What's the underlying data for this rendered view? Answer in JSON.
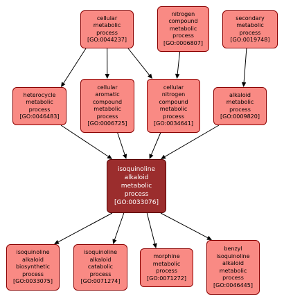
{
  "colors": {
    "node_fill": "#f98a84",
    "node_border": "#8b0000",
    "focus_fill": "#9b2d2d",
    "focus_text": "#ffffff",
    "edge": "#000000"
  },
  "nodes": {
    "n0044237": {
      "lines": [
        "cellular",
        "metabolic",
        "process",
        "[GO:0044237]"
      ]
    },
    "n0006807": {
      "lines": [
        "nitrogen",
        "compound",
        "metabolic",
        "process",
        "[GO:0006807]"
      ]
    },
    "n0019748": {
      "lines": [
        "secondary",
        "metabolic",
        "process",
        "[GO:0019748]"
      ]
    },
    "n0046483": {
      "lines": [
        "heterocycle",
        "metabolic",
        "process",
        "[GO:0046483]"
      ]
    },
    "n0006725": {
      "lines": [
        "cellular",
        "aromatic",
        "compound",
        "metabolic",
        "process",
        "[GO:0006725]"
      ]
    },
    "n0034641": {
      "lines": [
        "cellular",
        "nitrogen",
        "compound",
        "metabolic",
        "process",
        "[GO:0034641]"
      ]
    },
    "n0009820": {
      "lines": [
        "alkaloid",
        "metabolic",
        "process",
        "[GO:0009820]"
      ]
    },
    "n0033076": {
      "lines": [
        "isoquinoline",
        "alkaloid",
        "metabolic",
        "process",
        "[GO:0033076]"
      ]
    },
    "n0033075": {
      "lines": [
        "isoquinoline",
        "alkaloid",
        "biosynthetic",
        "process",
        "[GO:0033075]"
      ]
    },
    "n0071274": {
      "lines": [
        "isoquinoline",
        "alkaloid",
        "catabolic",
        "process",
        "[GO:0071274]"
      ]
    },
    "n0071272": {
      "lines": [
        "morphine",
        "metabolic",
        "process",
        "[GO:0071272]"
      ]
    },
    "n0046445": {
      "lines": [
        "benzyl",
        "isoquinoline",
        "alkaloid",
        "metabolic",
        "process",
        "[GO:0046445]"
      ]
    }
  },
  "edges": [
    [
      "n0044237",
      "n0046483"
    ],
    [
      "n0044237",
      "n0006725"
    ],
    [
      "n0044237",
      "n0034641"
    ],
    [
      "n0006807",
      "n0034641"
    ],
    [
      "n0019748",
      "n0009820"
    ],
    [
      "n0046483",
      "n0033076"
    ],
    [
      "n0006725",
      "n0033076"
    ],
    [
      "n0034641",
      "n0033076"
    ],
    [
      "n0009820",
      "n0033076"
    ],
    [
      "n0033076",
      "n0033075"
    ],
    [
      "n0033076",
      "n0071274"
    ],
    [
      "n0033076",
      "n0071272"
    ],
    [
      "n0033076",
      "n0046445"
    ]
  ]
}
